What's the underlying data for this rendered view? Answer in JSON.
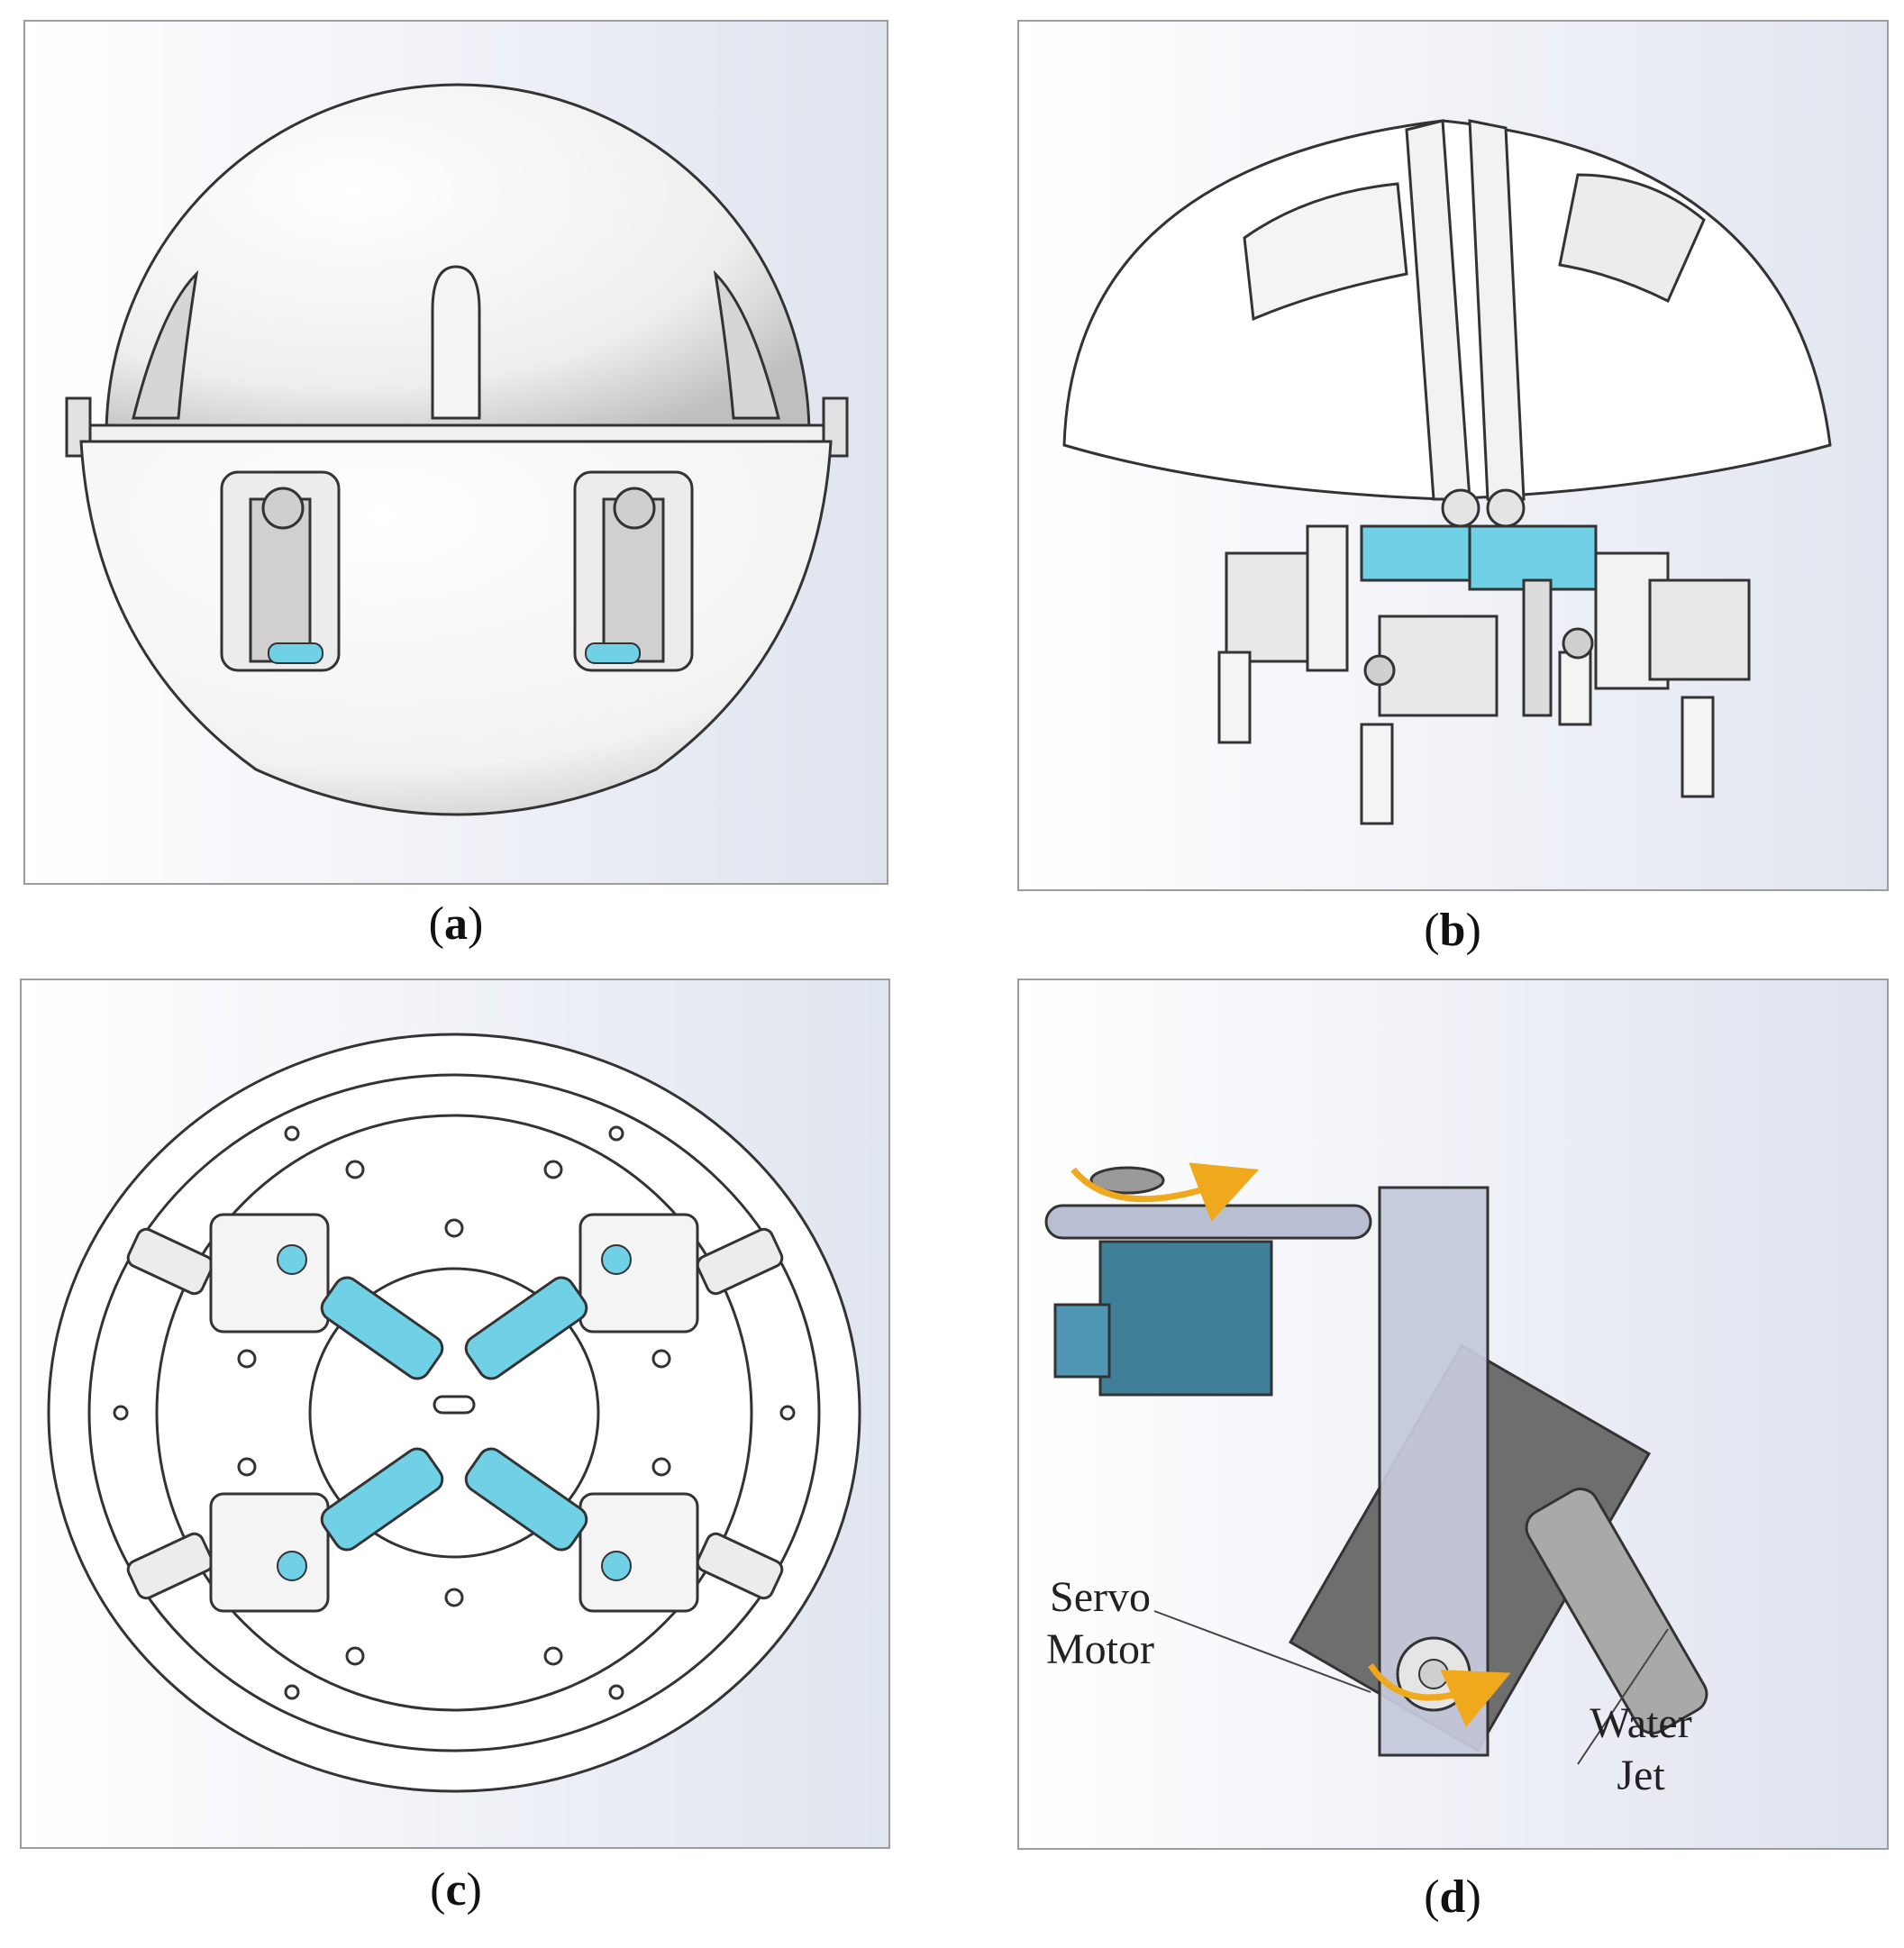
{
  "panels": [
    {
      "id": "a",
      "caption": "a"
    },
    {
      "id": "b",
      "caption": "b"
    },
    {
      "id": "c",
      "caption": "c"
    },
    {
      "id": "d",
      "caption": "d"
    }
  ],
  "annotations": {
    "servo_line1": "Servo",
    "servo_line2": "Motor",
    "water_line1": "Water",
    "water_line2": "Jet"
  },
  "colors": {
    "servo_blue": "#6fd0e6",
    "servo_dark_blue": "#3f7f98",
    "arrow_orange": "#f0a81c",
    "shell_white": "#ffffff",
    "background_gradient_edge": "#dde3ef",
    "outline": "#3a3a3a"
  }
}
